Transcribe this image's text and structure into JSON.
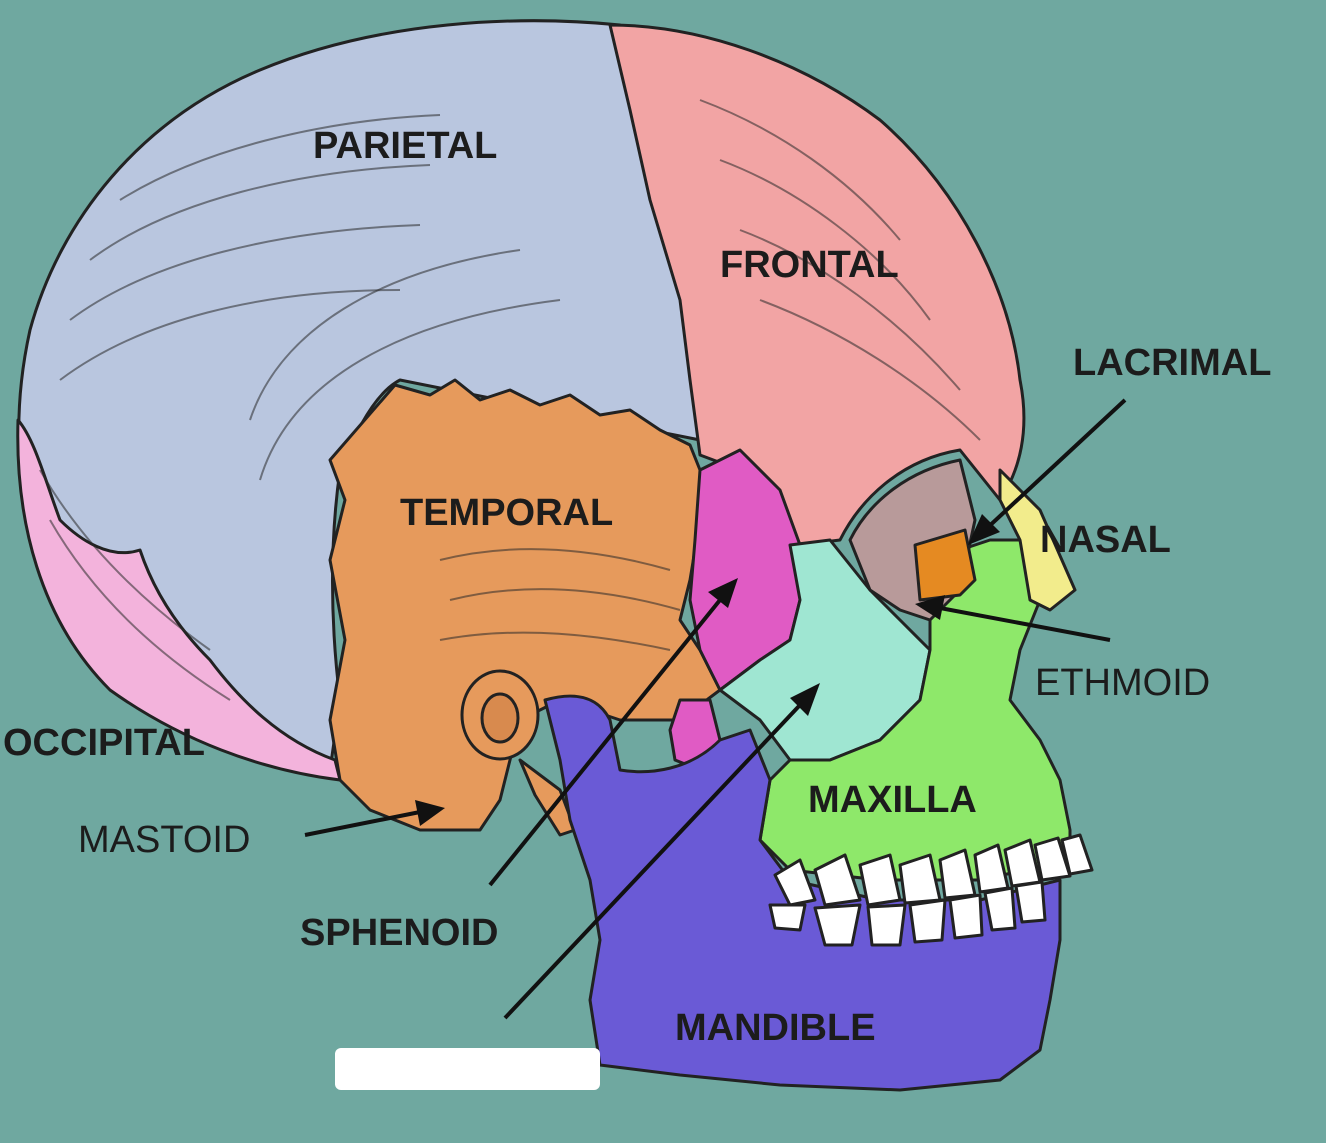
{
  "colors": {
    "background": "#6fa8a0",
    "parietal": "#b9c6df",
    "frontal": "#f2a4a4",
    "temporal": "#e69a5c",
    "occipital": "#f3b3dc",
    "sphenoid": "#e05bc4",
    "zygomatic": "#9fe6d2",
    "maxilla": "#8ee86a",
    "nasal": "#f2ec8c",
    "lacrimal": "#e58a22",
    "ethmoid": "#b89a9a",
    "mandible": "#6a5ad6",
    "teeth": "#ffffff"
  },
  "labels": {
    "parietal": "PARIETAL",
    "frontal": "FRONTAL",
    "lacrimal": "LACRIMAL",
    "temporal": "TEMPORAL",
    "nasal": "NASAL",
    "ethmoid": "ETHMOID",
    "occipital": "OCCIPITAL",
    "maxilla": "MAXILLA",
    "mastoid": "MASTOID",
    "sphenoid": "SPHENOID",
    "mandible": "MANDIBLE"
  },
  "blank_label": ""
}
